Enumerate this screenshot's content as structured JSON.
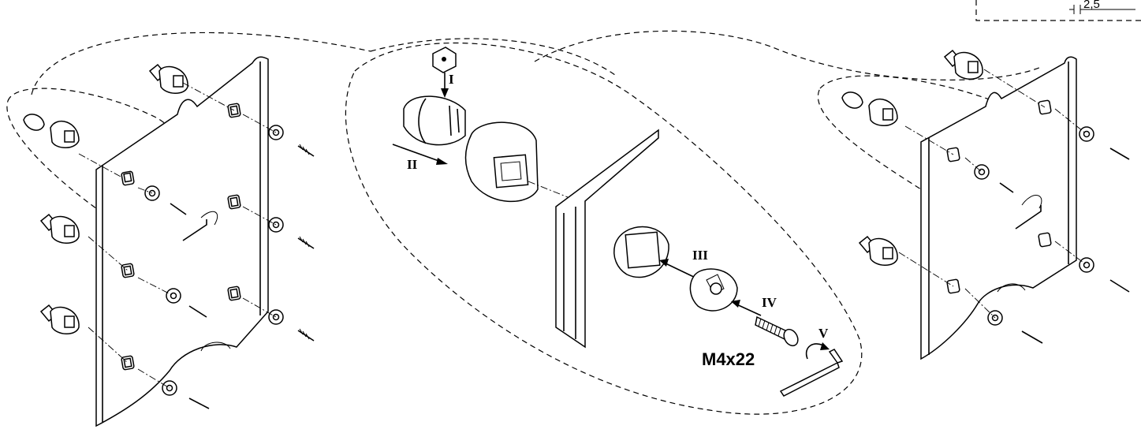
{
  "labels": {
    "step1": "I",
    "step2": "II",
    "step3": "III",
    "step4": "IV",
    "step5": "V",
    "screw_size": "M4x22",
    "dimension": "2,5"
  },
  "icons": {
    "hex_key": "allen-key-icon",
    "rotation": "rotation-arrow-icon"
  }
}
